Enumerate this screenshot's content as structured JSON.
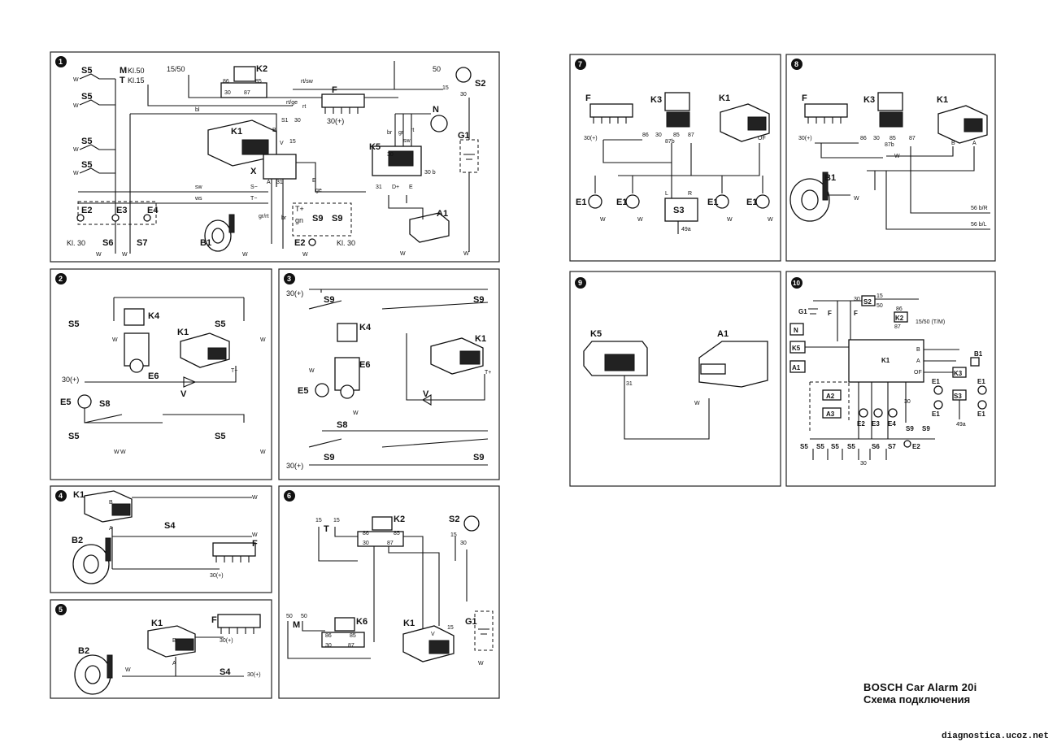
{
  "footer": {
    "title": "BOSCH Car Alarm 20i",
    "subtitle": "Схема подключения",
    "site": "diagnostica.ucoz.net"
  },
  "panels": [
    {
      "number": "1"
    },
    {
      "number": "2"
    },
    {
      "number": "3"
    },
    {
      "number": "4"
    },
    {
      "number": "5"
    },
    {
      "number": "6"
    },
    {
      "number": "7"
    },
    {
      "number": "8"
    },
    {
      "number": "9"
    },
    {
      "number": "10"
    }
  ],
  "labels": {
    "S5": "S5",
    "S6": "S6",
    "S7": "S7",
    "S8": "S8",
    "S9": "S9",
    "S4": "S4",
    "S3": "S3",
    "S2": "S2",
    "S1": "S1",
    "K1": "K1",
    "K2": "K2",
    "K3": "K3",
    "K4": "K4",
    "K5": "K5",
    "K6": "K6",
    "E1": "E1",
    "E2": "E2",
    "E3": "E3",
    "E4": "E4",
    "E5": "E5",
    "E6": "E6",
    "B1": "B1",
    "B2": "B2",
    "A1": "A1",
    "A2": "A2",
    "A3": "A3",
    "G1": "G1",
    "F": "F",
    "N": "N",
    "X": "X",
    "V": "V",
    "W": "W",
    "T": "T",
    "M": "M",
    "kl50": "Kl.50",
    "kl15": "Kl.15",
    "kl30": "Kl. 30",
    "t1550": "15/50",
    "p30": "30",
    "p31": "31",
    "p85": "85",
    "p86": "86",
    "p87": "87",
    "p87b": "87b",
    "p15": "15",
    "p50": "50",
    "p30b": "30 b",
    "p30plus": "30(+)",
    "p49a": "49a",
    "s56br": "56 b/R",
    "s56bl": "56 b/L",
    "t1550tm": "15/50 (T/M)",
    "rtsw": "rt/sw",
    "rtge": "rt/ge",
    "bl": "bl",
    "rt": "rt",
    "sw": "sw",
    "ws": "ws",
    "br": "br",
    "gr": "gr",
    "ge": "ge",
    "gn": "gn",
    "grrt": "gr/rt",
    "Sminus": "S−",
    "Tminus": "T−",
    "Tplus": "T+",
    "B": "B",
    "E": "E",
    "Dplus": "D+",
    "A": "A",
    "L": "L",
    "R": "R",
    "OF": "OF"
  }
}
